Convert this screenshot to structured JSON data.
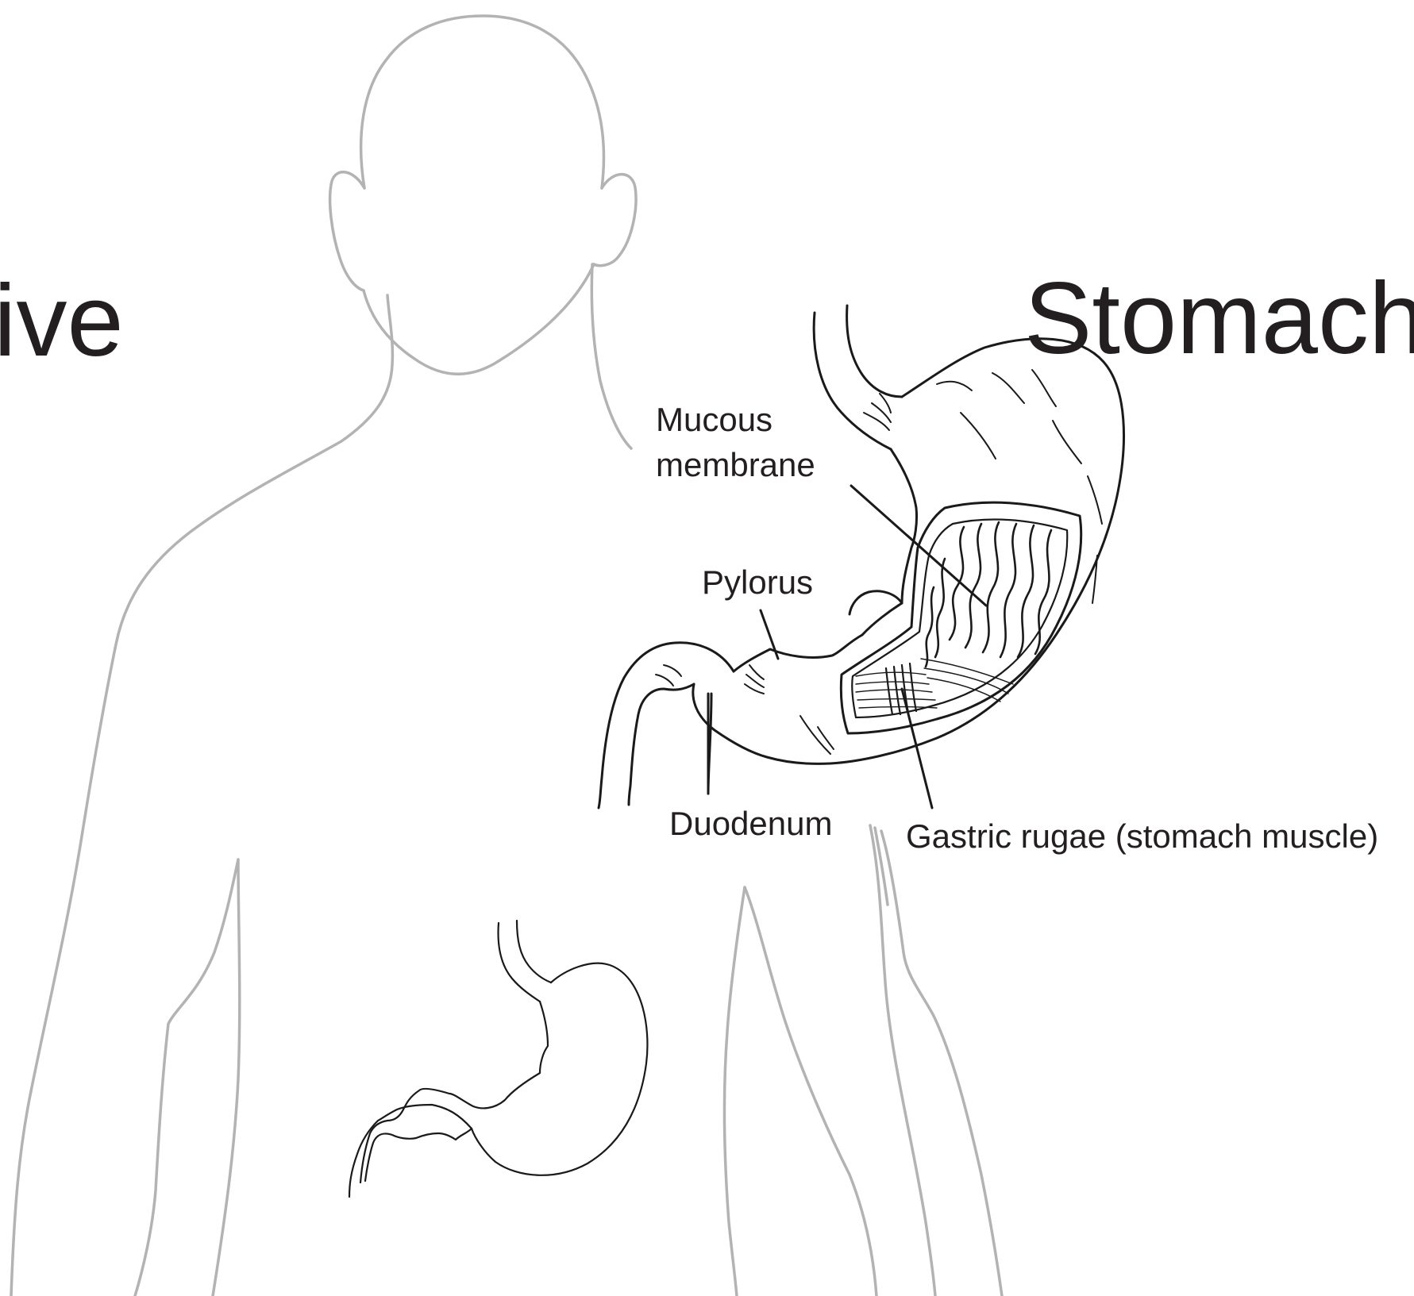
{
  "diagram": {
    "title_partial": "ive",
    "stomach_title": "Stomach",
    "labels": {
      "mucous_line1": "Mucous",
      "mucous_line2": "membrane",
      "pylorus": "Pylorus",
      "duodenum": "Duodenum",
      "gastric_rugae": "Gastric rugae (stomach muscle)"
    }
  },
  "colors": {
    "background": "#ffffff",
    "body_outline": "#b3b3b3",
    "ink": "#1a1a1a",
    "text": "#231f20"
  }
}
